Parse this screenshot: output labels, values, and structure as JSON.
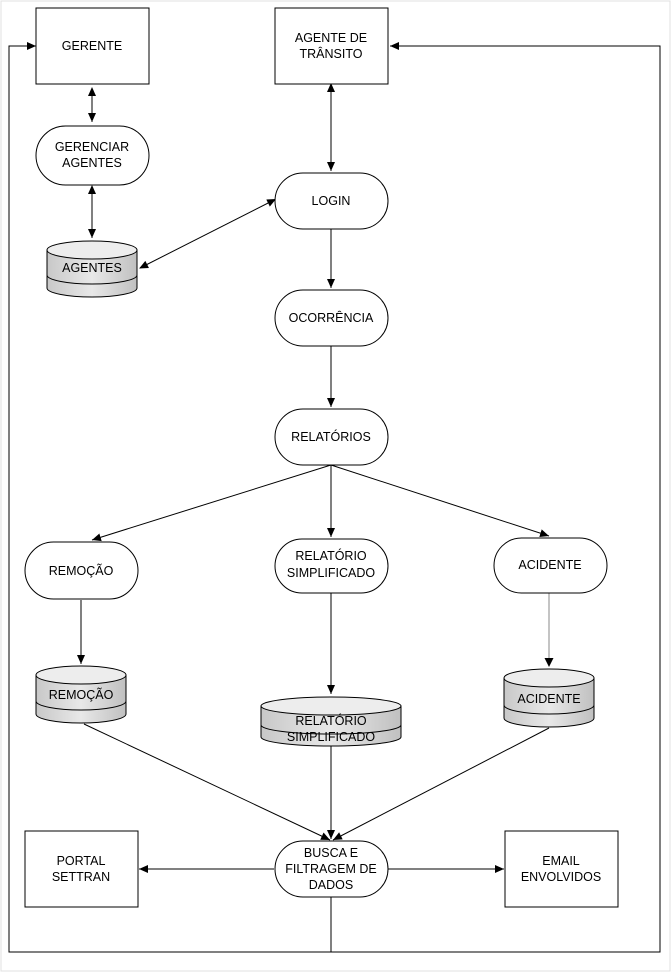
{
  "nodes": {
    "gerente": "GERENTE",
    "agente_transito": [
      "AGENTE DE",
      "TRÂNSITO"
    ],
    "gerenciar_agentes": [
      "GERENCIAR",
      "AGENTES"
    ],
    "login": "LOGIN",
    "agentes_db": "AGENTES",
    "ocorrencia": "OCORRÊNCIA",
    "relatorios": "RELATÓRIOS",
    "remocao": "REMOÇÃO",
    "relatorio_simplificado": [
      "RELATÓRIO",
      "SIMPLIFICADO"
    ],
    "acidente": "ACIDENTE",
    "remocao_db": "REMOÇÃO",
    "relatorio_simplificado_db": [
      "RELATÓRIO",
      "SIMPLIFICADO"
    ],
    "acidente_db": "ACIDENTE",
    "portal_settran": [
      "PORTAL",
      "SETTRAN"
    ],
    "busca_filtragem": [
      "BUSCA E",
      "FILTRAGEM DE",
      "DADOS"
    ],
    "email_envolvidos": [
      "EMAIL",
      "ENVOLVIDOS"
    ]
  }
}
